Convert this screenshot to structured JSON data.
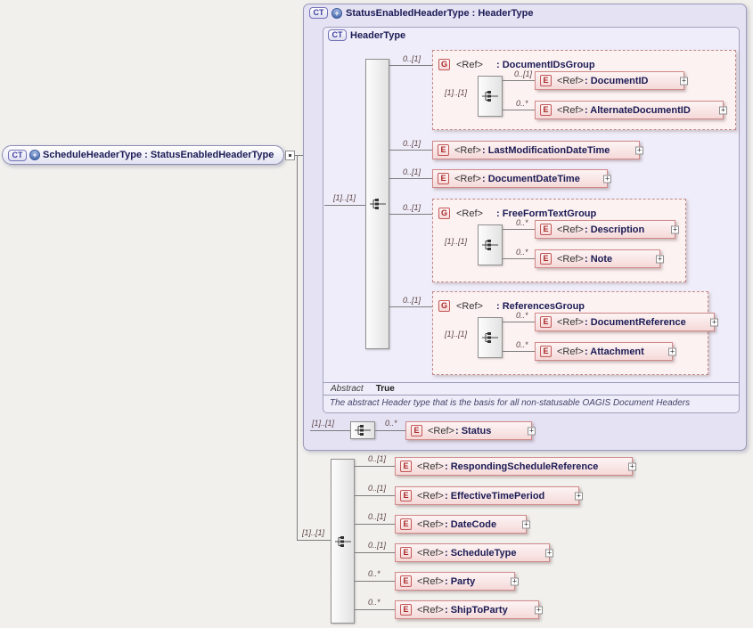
{
  "palette": {
    "canvas_bg": "#f1f0ed",
    "container_fill": "#e5e2f4",
    "inner_fill": "#efedf9",
    "group_fill": "#fdf2f2",
    "element_fill": "#f8e2e2",
    "element_border": "#d08888",
    "badge_red": "#c25555",
    "badge_blue": "#7373b8",
    "text_navy": "#1b1b55"
  },
  "nodes": {
    "root": {
      "badge": "CT",
      "label": "ScheduleHeaderType : StatusEnabledHeaderType"
    },
    "status_enabled_header_type": {
      "badge": "CT",
      "label": "StatusEnabledHeaderType : HeaderType"
    },
    "header_type": {
      "badge": "CT",
      "label": "HeaderType"
    },
    "document_ids_group": {
      "badge": "G",
      "ref": "<Ref>",
      "name": ": DocumentIDsGroup",
      "card": "0..[1]",
      "seq_card": "[1]..[1]"
    },
    "document_id": {
      "badge": "E",
      "ref": "<Ref>",
      "name": ": DocumentID",
      "card": "0..[1]"
    },
    "alternate_document_id": {
      "badge": "E",
      "ref": "<Ref>",
      "name": ": AlternateDocumentID",
      "card": "0..*"
    },
    "last_modification_date_time": {
      "badge": "E",
      "ref": "<Ref>",
      "name": ": LastModificationDateTime",
      "card": "0..[1]"
    },
    "document_date_time": {
      "badge": "E",
      "ref": "<Ref>",
      "name": ": DocumentDateTime",
      "card": "0..[1]"
    },
    "free_form_text_group": {
      "badge": "G",
      "ref": "<Ref>",
      "name": ": FreeFormTextGroup",
      "card": "0..[1]",
      "seq_card": "[1]..[1]"
    },
    "description": {
      "badge": "E",
      "ref": "<Ref>",
      "name": ": Description",
      "card": "0..*"
    },
    "note": {
      "badge": "E",
      "ref": "<Ref>",
      "name": ": Note",
      "card": "0..*"
    },
    "references_group": {
      "badge": "G",
      "ref": "<Ref>",
      "name": ": ReferencesGroup",
      "card": "0..[1]",
      "seq_card": "[1]..[1]"
    },
    "document_reference": {
      "badge": "E",
      "ref": "<Ref>",
      "name": ": DocumentReference",
      "card": "0..*"
    },
    "attachment": {
      "badge": "E",
      "ref": "<Ref>",
      "name": ": Attachment",
      "card": "0..*"
    },
    "status": {
      "badge": "E",
      "ref": "<Ref>",
      "name": ": Status",
      "card": "0..*"
    },
    "responding_schedule_reference": {
      "badge": "E",
      "ref": "<Ref>",
      "name": ": RespondingScheduleReference",
      "card": "0..[1]"
    },
    "effective_time_period": {
      "badge": "E",
      "ref": "<Ref>",
      "name": ": EffectiveTimePeriod",
      "card": "0..[1]"
    },
    "date_code": {
      "badge": "E",
      "ref": "<Ref>",
      "name": ": DateCode",
      "card": "0..[1]"
    },
    "schedule_type": {
      "badge": "E",
      "ref": "<Ref>",
      "name": ": ScheduleType",
      "card": "0..[1]"
    },
    "party": {
      "badge": "E",
      "ref": "<Ref>",
      "name": ": Party",
      "card": "0..*"
    },
    "ship_to_party": {
      "badge": "E",
      "ref": "<Ref>",
      "name": ": ShipToParty",
      "card": "0..*"
    }
  },
  "sequences": {
    "header_type_seq": "[1]..[1]",
    "status_seq": "[1]..[1]",
    "schedule_seq": "[1]..[1]"
  },
  "header_type_meta": {
    "abstract_label": "Abstract",
    "abstract_value": "True",
    "annotation": "The abstract Header type that is the basis for all non-statusable OAGIS Document Headers"
  }
}
